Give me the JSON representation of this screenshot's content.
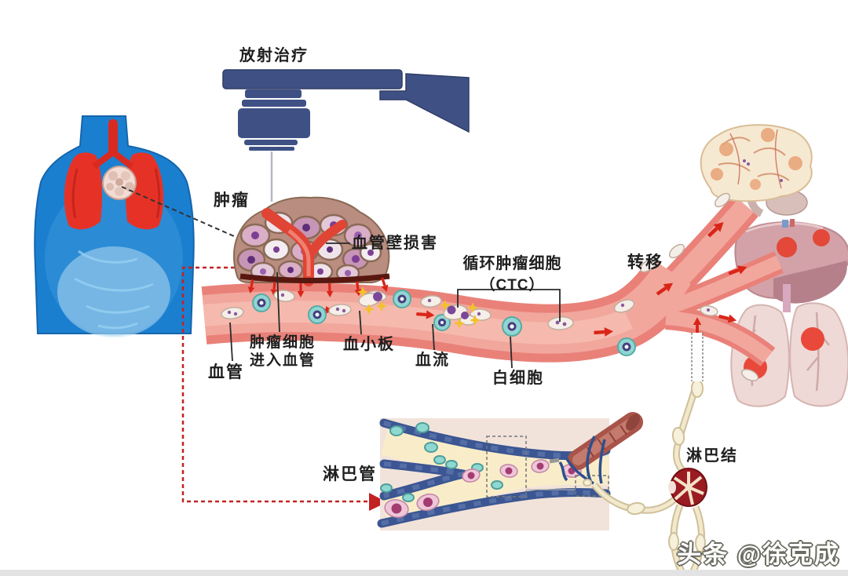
{
  "diagram": {
    "watermark": "头条 @徐克成",
    "labels": {
      "radiotherapy": "放射治疗",
      "tumor": "肿瘤",
      "vessel_wall_damage": "血管壁损害",
      "ctc_line1": "循环肿瘤细胞",
      "ctc_line2": "（CTC）",
      "metastasis": "转移",
      "blood_vessel": "血管",
      "tumor_cells_enter_line1": "肿瘤细胞",
      "tumor_cells_enter_line2": "进入血管",
      "platelets": "血小板",
      "blood_flow": "血流",
      "white_blood_cell": "白细胞",
      "lymph_vessel": "淋巴管",
      "lymph_node": "淋巴结"
    },
    "colors": {
      "machine_blue": "#3f5184",
      "vessel_salmon": "#ec8a7e",
      "vessel_inner": "#f4aca2",
      "arrow_red": "#d92518",
      "dashed_path_red": "#c32222",
      "tumor_cell_pink": "#c9a0b8",
      "leukocyte_teal": "#8fd6d2",
      "platelet_yellow": "#f2c12c",
      "lymph_wall_blue": "#3b5692",
      "lymph_channel_cream": "#f9edc9",
      "lymph_node_red": "#9b1b22",
      "inset_beige": "#f2e3da",
      "torso_blue": "#1b7fd0",
      "lung_red": "#e63226"
    },
    "icons": {
      "flow_arrow": "red triangle arrow",
      "dashed_route_arrow": "red dashed route arrowhead",
      "radiation_beam": "thin gray beam line"
    }
  }
}
